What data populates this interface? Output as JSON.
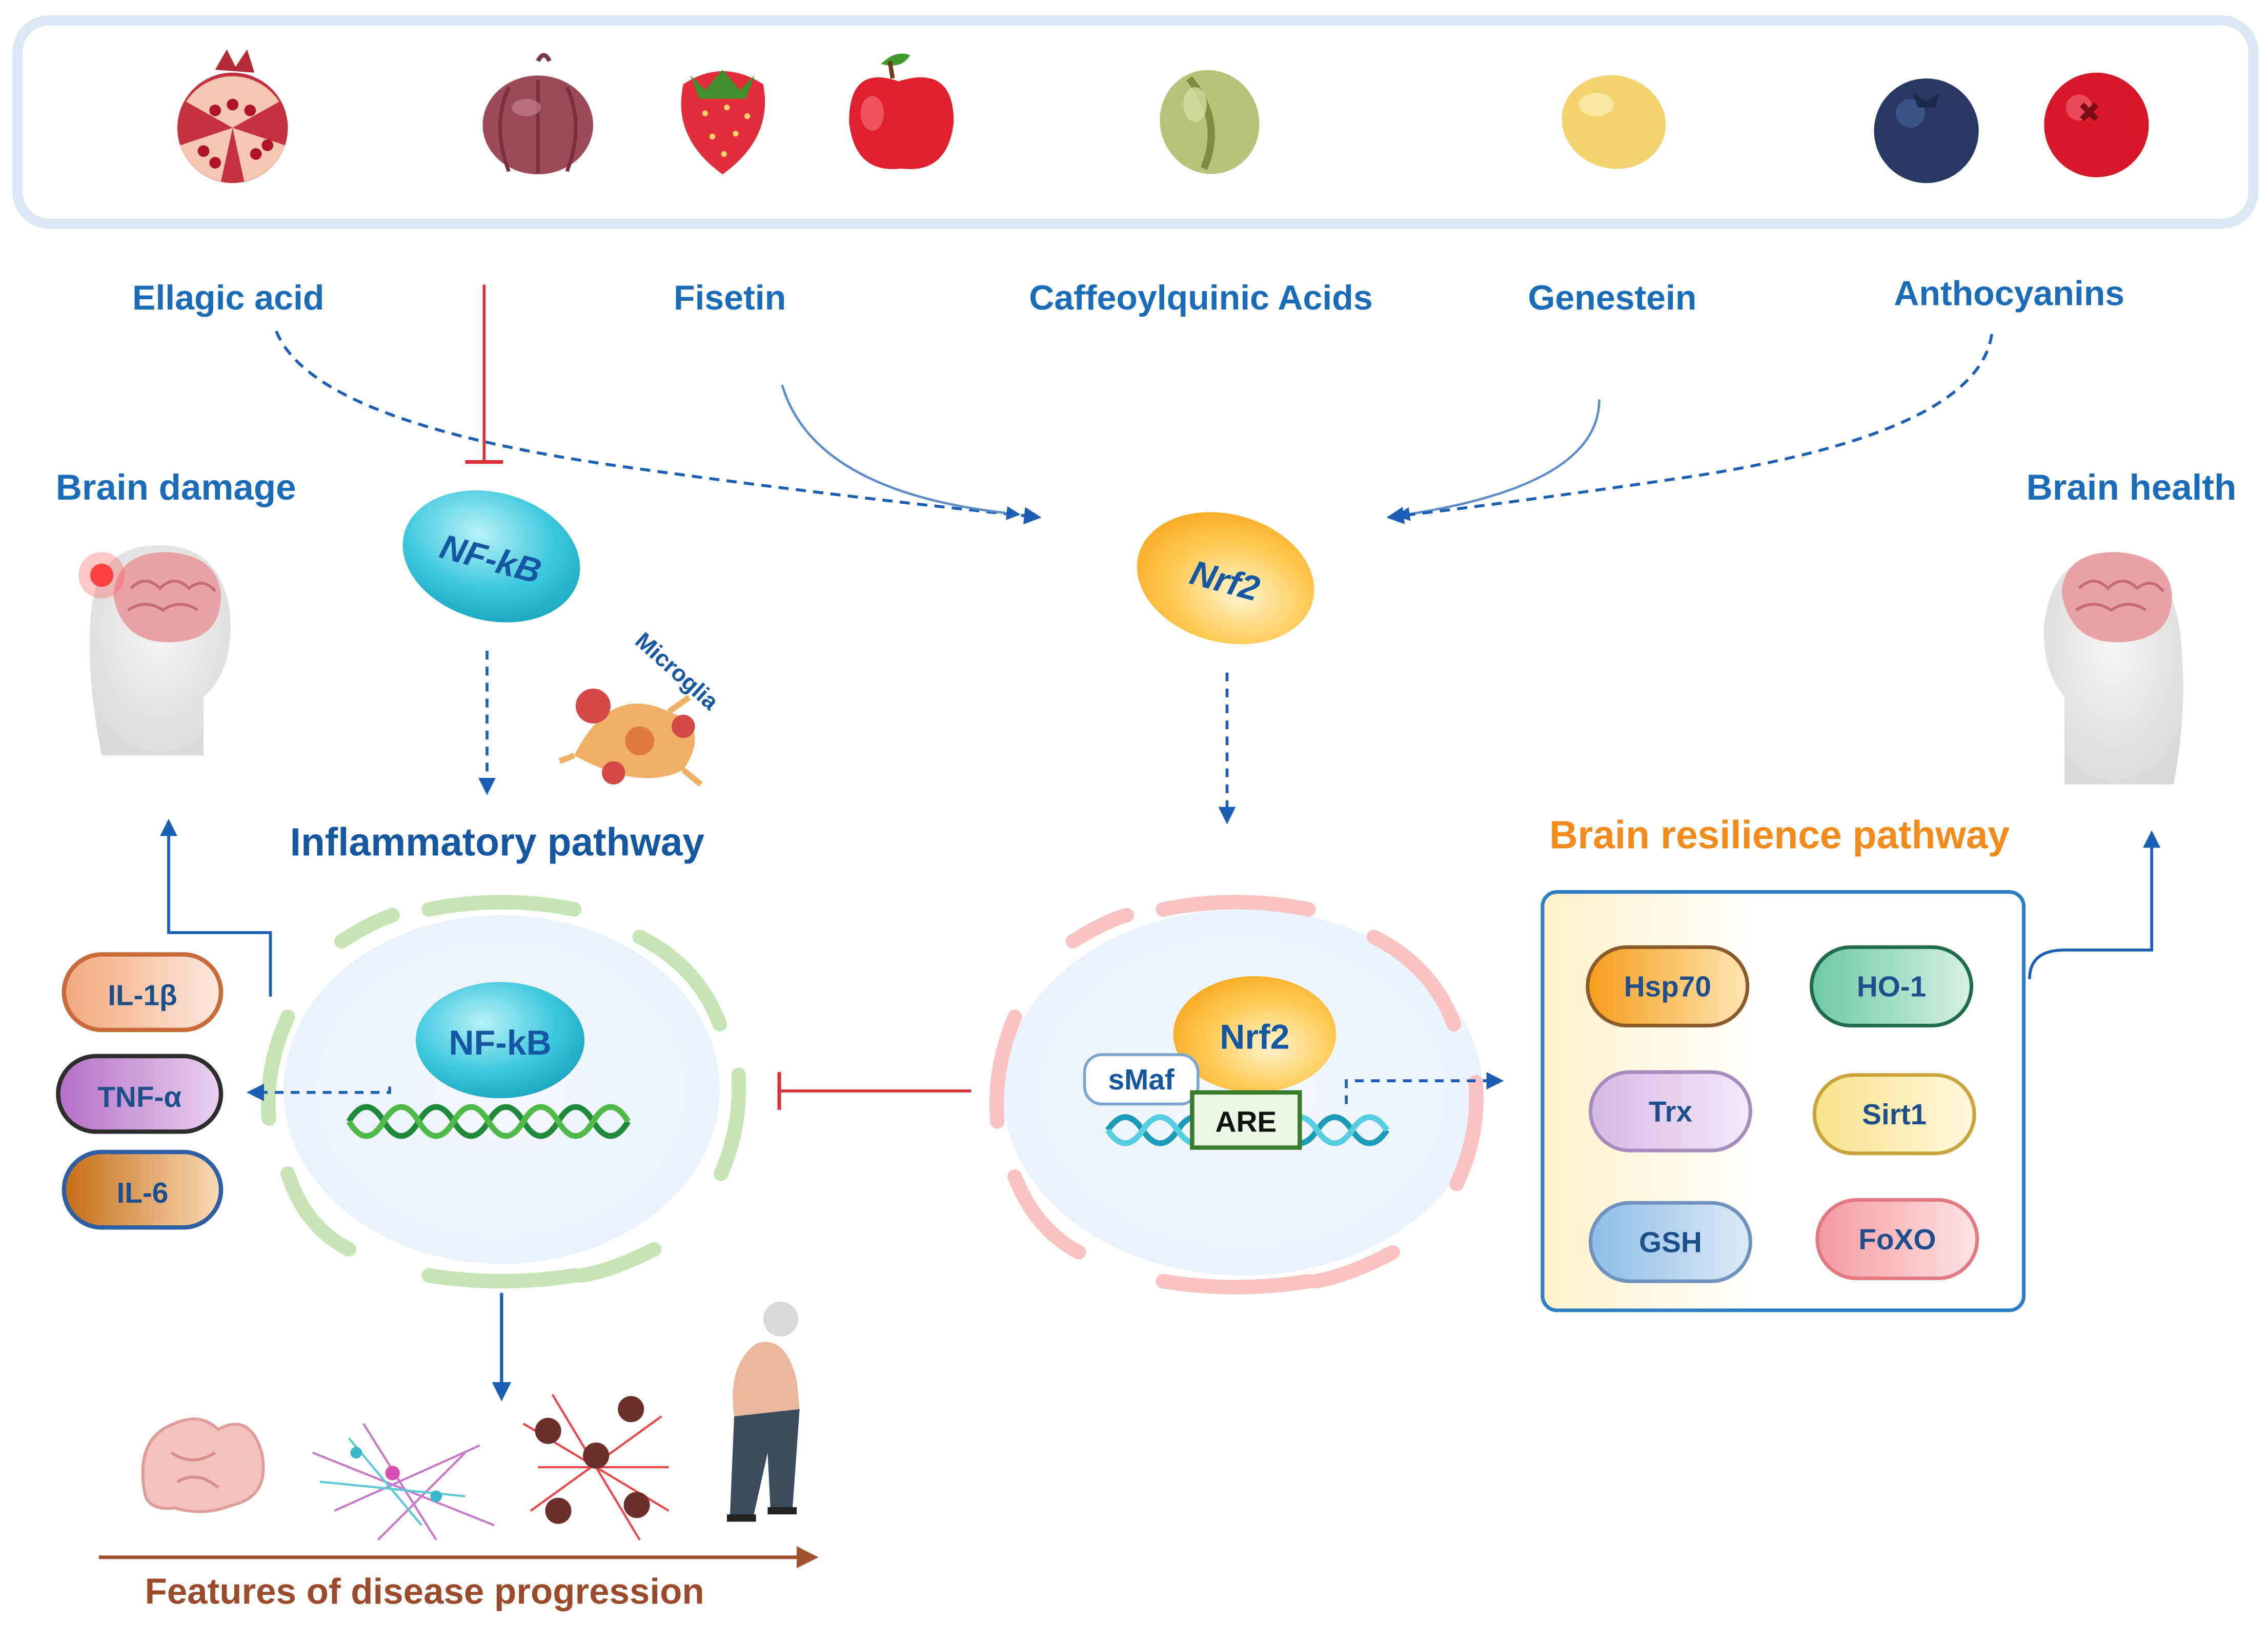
{
  "compounds": {
    "ellagic_acid": "Ellagic acid",
    "fisetin": "Fisetin",
    "caffeoylquinic_acids": "Caffeoylquinic Acids",
    "genestein": "Genestein",
    "anthocyanins": "Anthocyanins"
  },
  "food_icons": [
    "pomegranate-icon",
    "onion-icon",
    "strawberry-icon",
    "apple-icon",
    "coffee-bean-icon",
    "soybean-icon",
    "blueberry-icon",
    "cranberry-icon"
  ],
  "nodes": {
    "nfkb": "NF-kB",
    "microglia": "Microglia",
    "nfkb_nucleus": "NF-kB",
    "nrf2": "Nrf2",
    "nrf2_nucleus": "Nrf2",
    "smaf": "sMaf",
    "are": "ARE"
  },
  "pathways": {
    "inflammatory": "Inflammatory pathway",
    "resilience": "Brain resilience pathway"
  },
  "cytokines": [
    "IL-1β",
    "TNF-α",
    "IL-6"
  ],
  "genes": [
    "Hsp70",
    "HO-1",
    "Trx",
    "Sirt1",
    "GSH",
    "FoXO"
  ],
  "outcomes": {
    "brain_damage": "Brain damage",
    "brain_health": "Brain health",
    "disease_progression": "Features of disease progression"
  },
  "colors": {
    "label_blue": "#1a6cb8",
    "resilience_orange": "#f28a1c",
    "inhibition_red": "#d9303a",
    "progression_brown": "#9b4a2c"
  }
}
